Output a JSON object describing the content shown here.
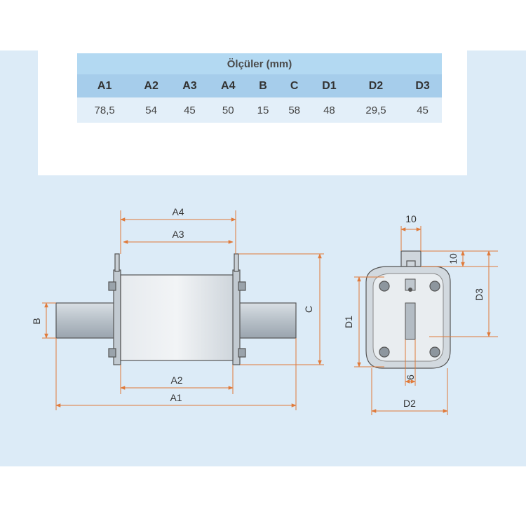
{
  "table": {
    "title": "Ölçüler (mm)",
    "columns": [
      "A1",
      "A2",
      "A3",
      "A4",
      "B",
      "C",
      "D1",
      "D2",
      "D3"
    ],
    "values": [
      "78,5",
      "54",
      "45",
      "50",
      "15",
      "58",
      "48",
      "29,5",
      "45"
    ]
  },
  "front_view": {
    "labels": {
      "a4": "A4",
      "a3": "A3",
      "a2": "A2",
      "a1": "A1",
      "b": "B",
      "c": "C"
    }
  },
  "side_view": {
    "labels": {
      "top_width": "10",
      "tab_height": "10",
      "d1": "D1",
      "d3": "D3",
      "slot_width": "6",
      "d2": "D2"
    }
  }
}
